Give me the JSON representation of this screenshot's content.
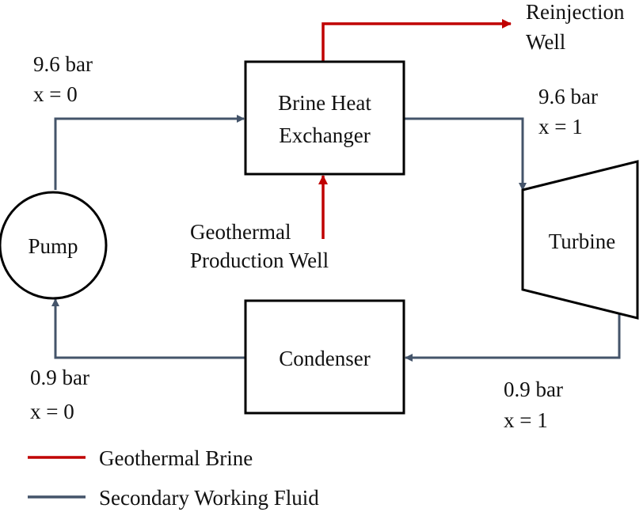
{
  "components": {
    "heat_exchanger": {
      "line1": "Brine Heat",
      "line2": "Exchanger"
    },
    "turbine": "Turbine",
    "pump": "Pump",
    "condenser": "Condenser"
  },
  "wells": {
    "reinjection": {
      "line1": "Reinjection",
      "line2": "Well"
    },
    "production": {
      "line1": "Geothermal",
      "line2": "Production Well"
    }
  },
  "states": {
    "pump_outlet": {
      "pressure": "9.6 bar",
      "quality": "x = 0"
    },
    "hx_outlet": {
      "pressure": "9.6 bar",
      "quality": "x = 1"
    },
    "condenser_outlet": {
      "pressure": "0.9 bar",
      "quality": "x = 0"
    },
    "turbine_outlet": {
      "pressure": "0.9 bar",
      "quality": "x = 1"
    }
  },
  "legend": {
    "items": [
      {
        "label": "Geothermal Brine",
        "color": "#c00000"
      },
      {
        "label": "Secondary Working Fluid",
        "color": "#44546a"
      }
    ]
  },
  "colors": {
    "brine": "#c00000",
    "working_fluid": "#44546a"
  }
}
